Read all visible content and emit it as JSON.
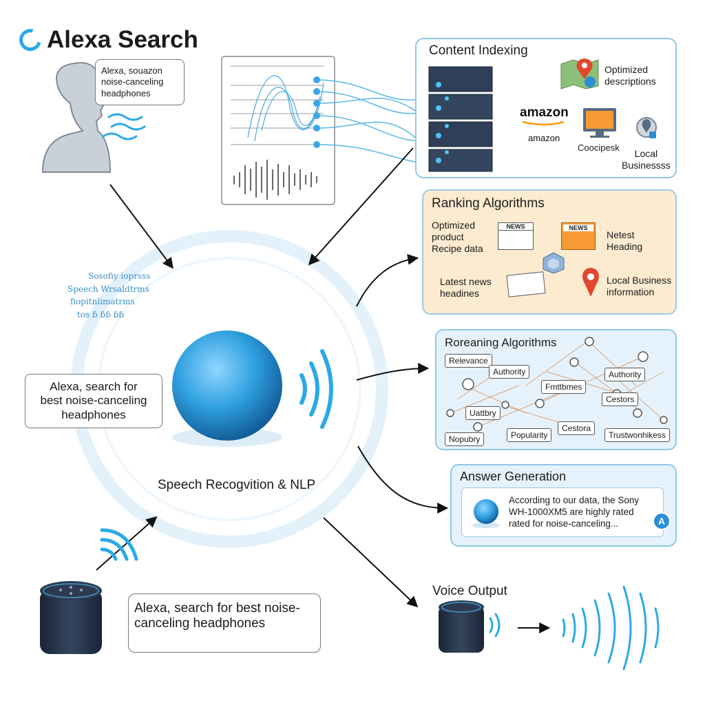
{
  "header": {
    "title": "Alexa Search"
  },
  "user_bubble": {
    "lines": [
      "Alexa, souazon",
      "noise-canceling",
      "headphones"
    ]
  },
  "query_bubble_left": {
    "lines": [
      "Alexa, search for",
      "best noise-canceling",
      "headphones"
    ]
  },
  "query_bubble_bottom": {
    "lines": [
      "Alexa, search for best noise-",
      "canceling headphones"
    ]
  },
  "hub": {
    "label": "Speech Recogvition & NLP"
  },
  "swirl_text": [
    "Sosofiy ioprsss",
    "Speech Wrsaldtrms",
    "fiopitnlimatrms",
    "tos  ɓ  ɓɓ  ɓɓ"
  ],
  "content_indexing": {
    "title": "Content Indexing",
    "items": {
      "optimized": [
        "Optimized",
        "descriptions"
      ],
      "amazon_big": "amazon",
      "amazon_small": "amazon",
      "coocipesk": "Coocipesk",
      "local": [
        "Local",
        "Businessss"
      ]
    }
  },
  "ranking": {
    "title": "Ranking Algorithms",
    "items": {
      "product": [
        "Optimized",
        "product",
        "Recipe data"
      ],
      "news_badge_1": "NEWS",
      "news_badge_2": "NEWS",
      "netest": [
        "Netest",
        "Heading"
      ],
      "latest": [
        "Latest news",
        "headines"
      ],
      "local": [
        "Local Business",
        "information"
      ]
    }
  },
  "reranking": {
    "title": "Roreaning Algorithms",
    "chips": [
      "Relevance",
      "Authority",
      "Authority",
      "Fmttbmes",
      "Cestors",
      "Uattbry",
      "Nopubry",
      "Popularity",
      "Cestora",
      "Trustwonhikess"
    ]
  },
  "answer": {
    "title": "Answer Generation",
    "lines": [
      "According to our data, the Sony",
      "WH-1000XM5 are highly rated",
      "rated for noise-canceling..."
    ],
    "badge": "A"
  },
  "voice_output": {
    "title": "Voice Output"
  },
  "icons": [
    "person-icon",
    "sound-waves-icon",
    "server-rack-icon",
    "map-pin-icon",
    "monitor-icon",
    "globe-location-icon",
    "newspaper-icon",
    "network-graph-icon",
    "smart-speaker-icon",
    "alexa-orb-icon"
  ],
  "colors": {
    "accent": "#2aa9e6",
    "panel_border": "#8cc7e8",
    "ranking_bg": "#fcebd0",
    "blue_panel_bg": "#e6f2fb",
    "speaker": "#223047"
  }
}
